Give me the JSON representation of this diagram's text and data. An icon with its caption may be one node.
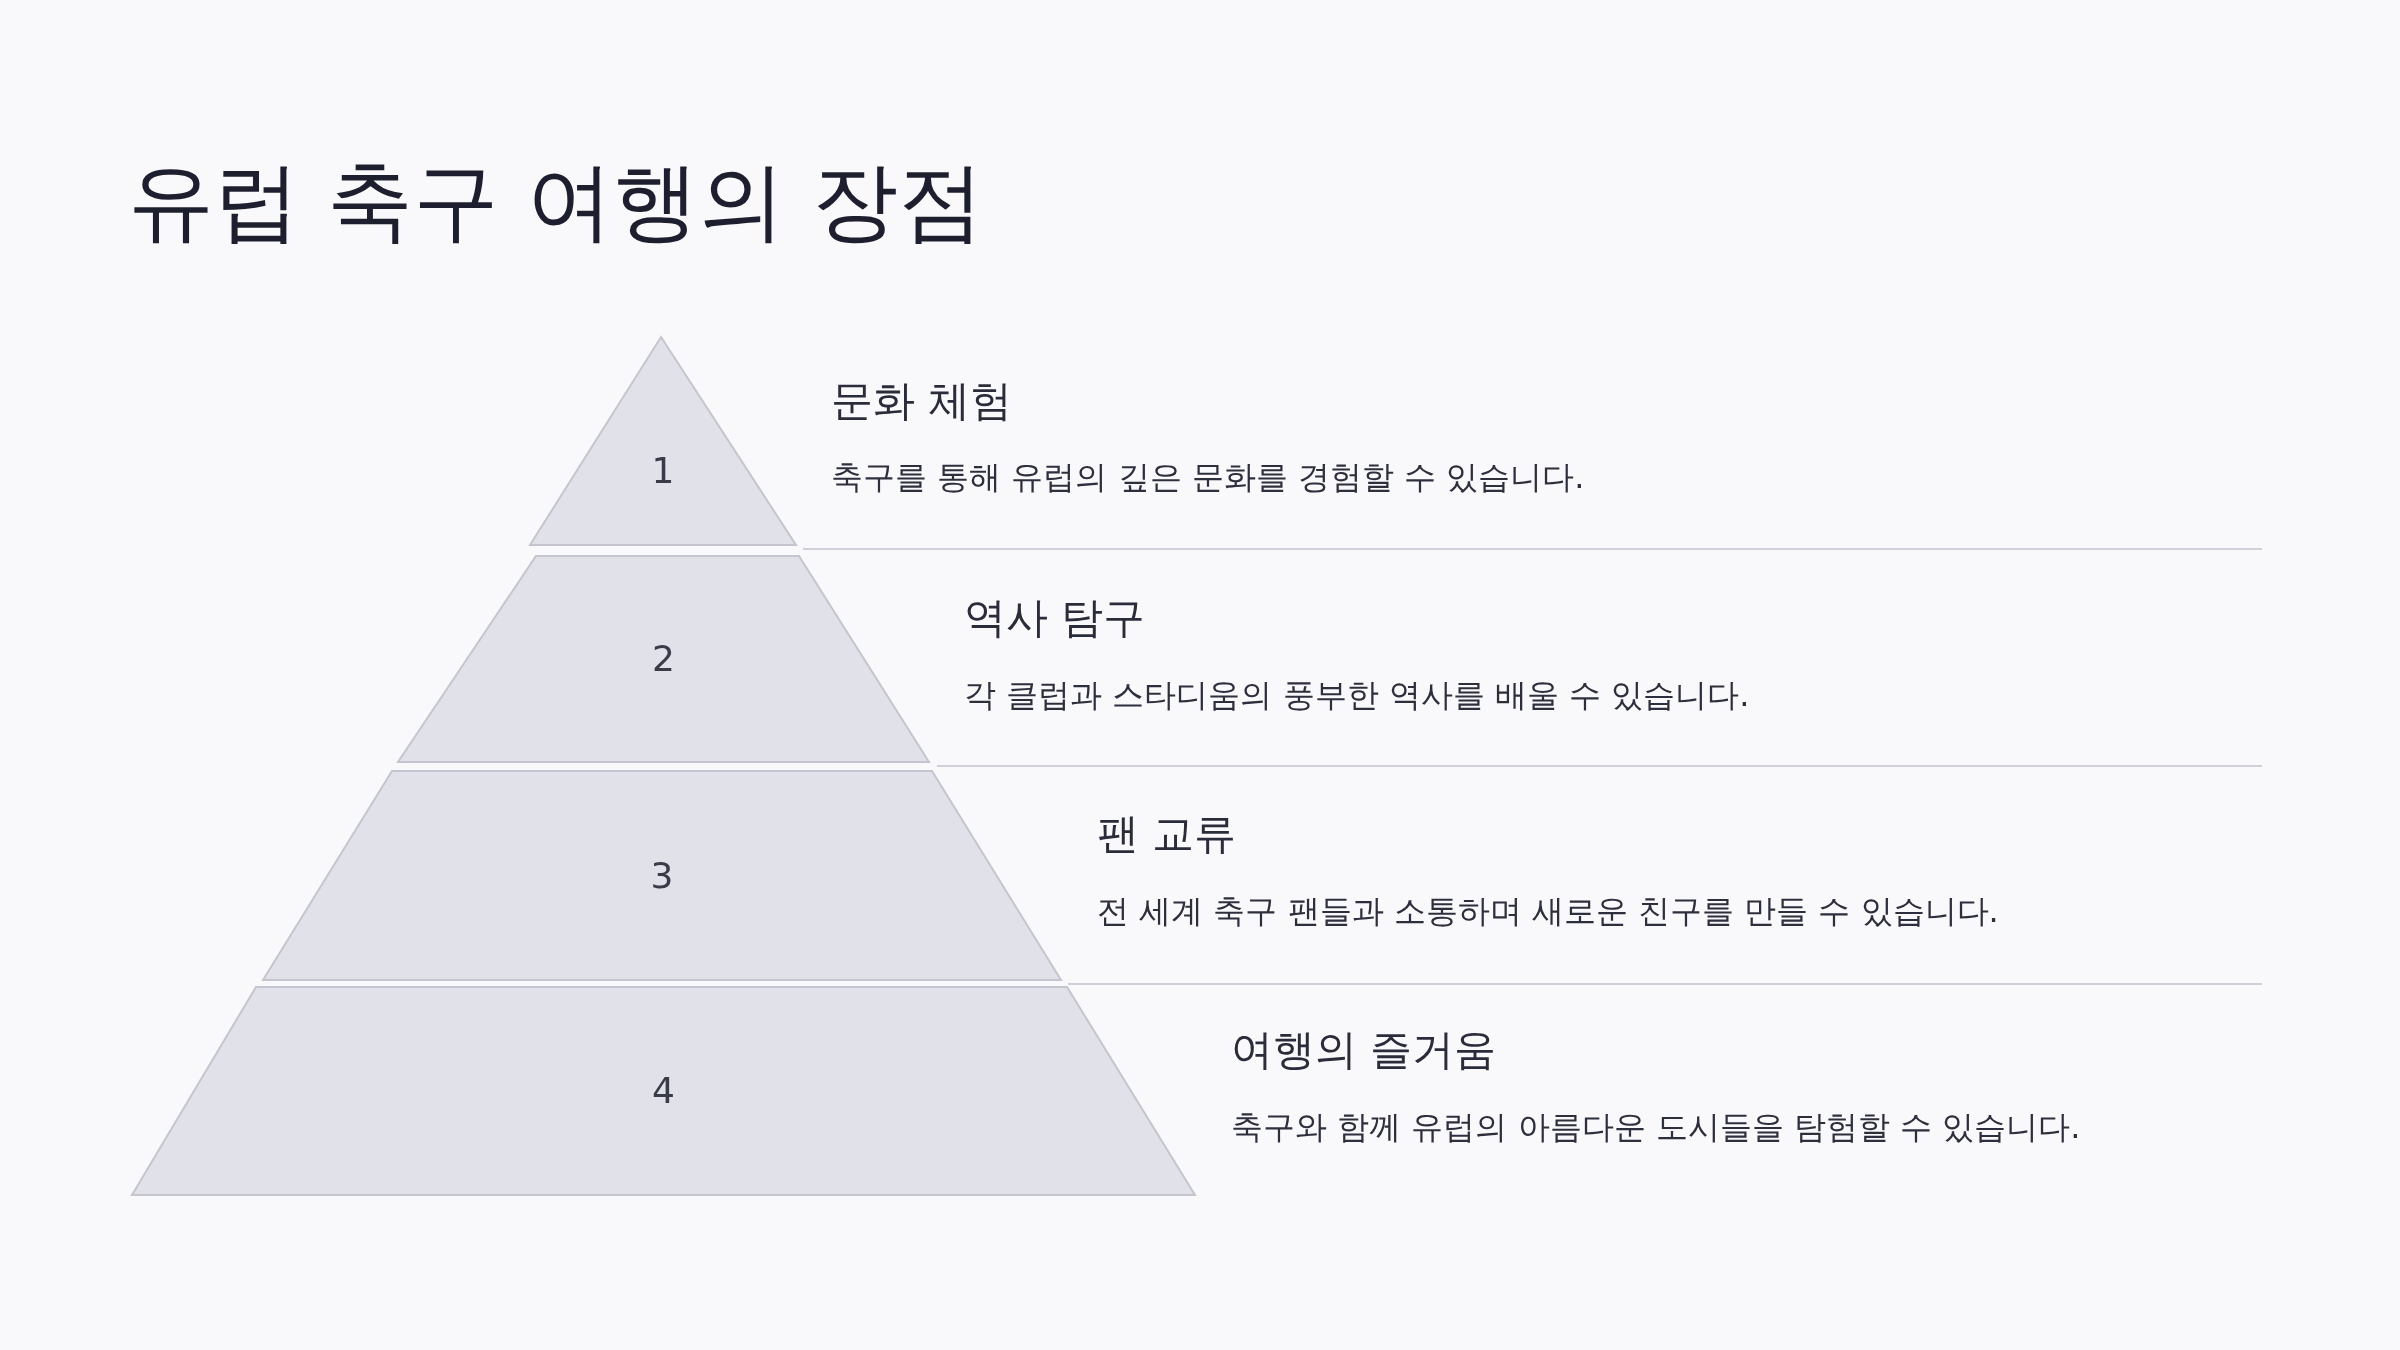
{
  "diagram": {
    "title": "유럽 축구 여행의 장점",
    "nodes": [
      {
        "text": [
          "1"
        ],
        "beside": [
          "문화 체험",
          "축구를 통해 유럽의 깊은 문화를 경험할 수 있습니다."
        ]
      },
      {
        "text": [
          "2"
        ],
        "beside": [
          "역사 탐구",
          "각 클럽과 스타디움의 풍부한 역사를 배울 수 있습니다."
        ]
      },
      {
        "text": [
          "3"
        ],
        "beside": [
          "팬 교류",
          "전 세계 축구 팬들과 소통하며 새로운 친구를 만들 수 있습니다."
        ]
      },
      {
        "text": [
          "4"
        ],
        "beside": [
          "여행의 즐거움",
          "축구와 함께 유럽의 아름다운 도시들을 탐험할 수 있습니다."
        ]
      }
    ]
  }
}
